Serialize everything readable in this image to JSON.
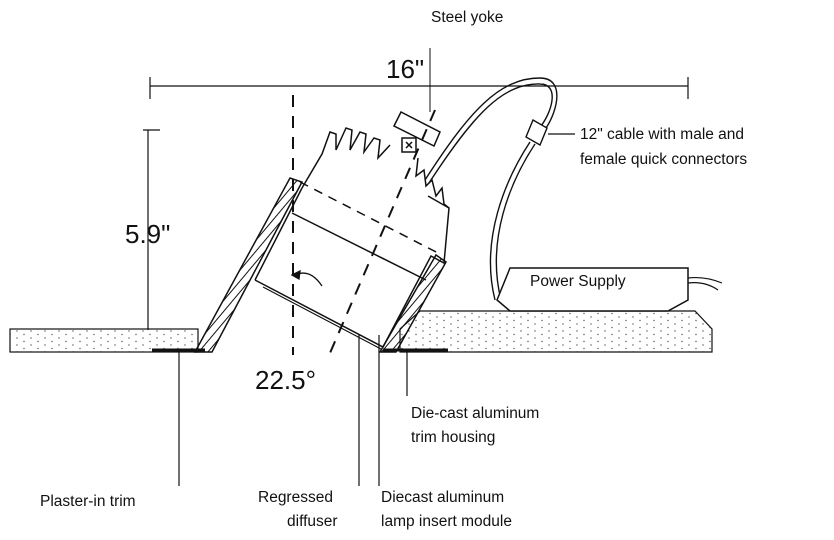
{
  "labels": {
    "steel_yoke": "Steel yoke",
    "width_dim": "16\"",
    "cable_line1": "12\" cable with male and",
    "cable_line2": "female quick connectors",
    "height_dim": "5.9\"",
    "power_supply": "Power Supply",
    "angle": "22.5°",
    "housing_line1": "Die-cast aluminum",
    "housing_line2": "trim housing",
    "plaster_trim": "Plaster-in trim",
    "diffuser_line1": "Regressed",
    "diffuser_line2": "diffuser",
    "lamp_line1": "Diecast aluminum",
    "lamp_line2": "lamp insert module"
  },
  "colors": {
    "line": "#111111",
    "background": "#ffffff",
    "ceiling_dots": "#555555"
  }
}
